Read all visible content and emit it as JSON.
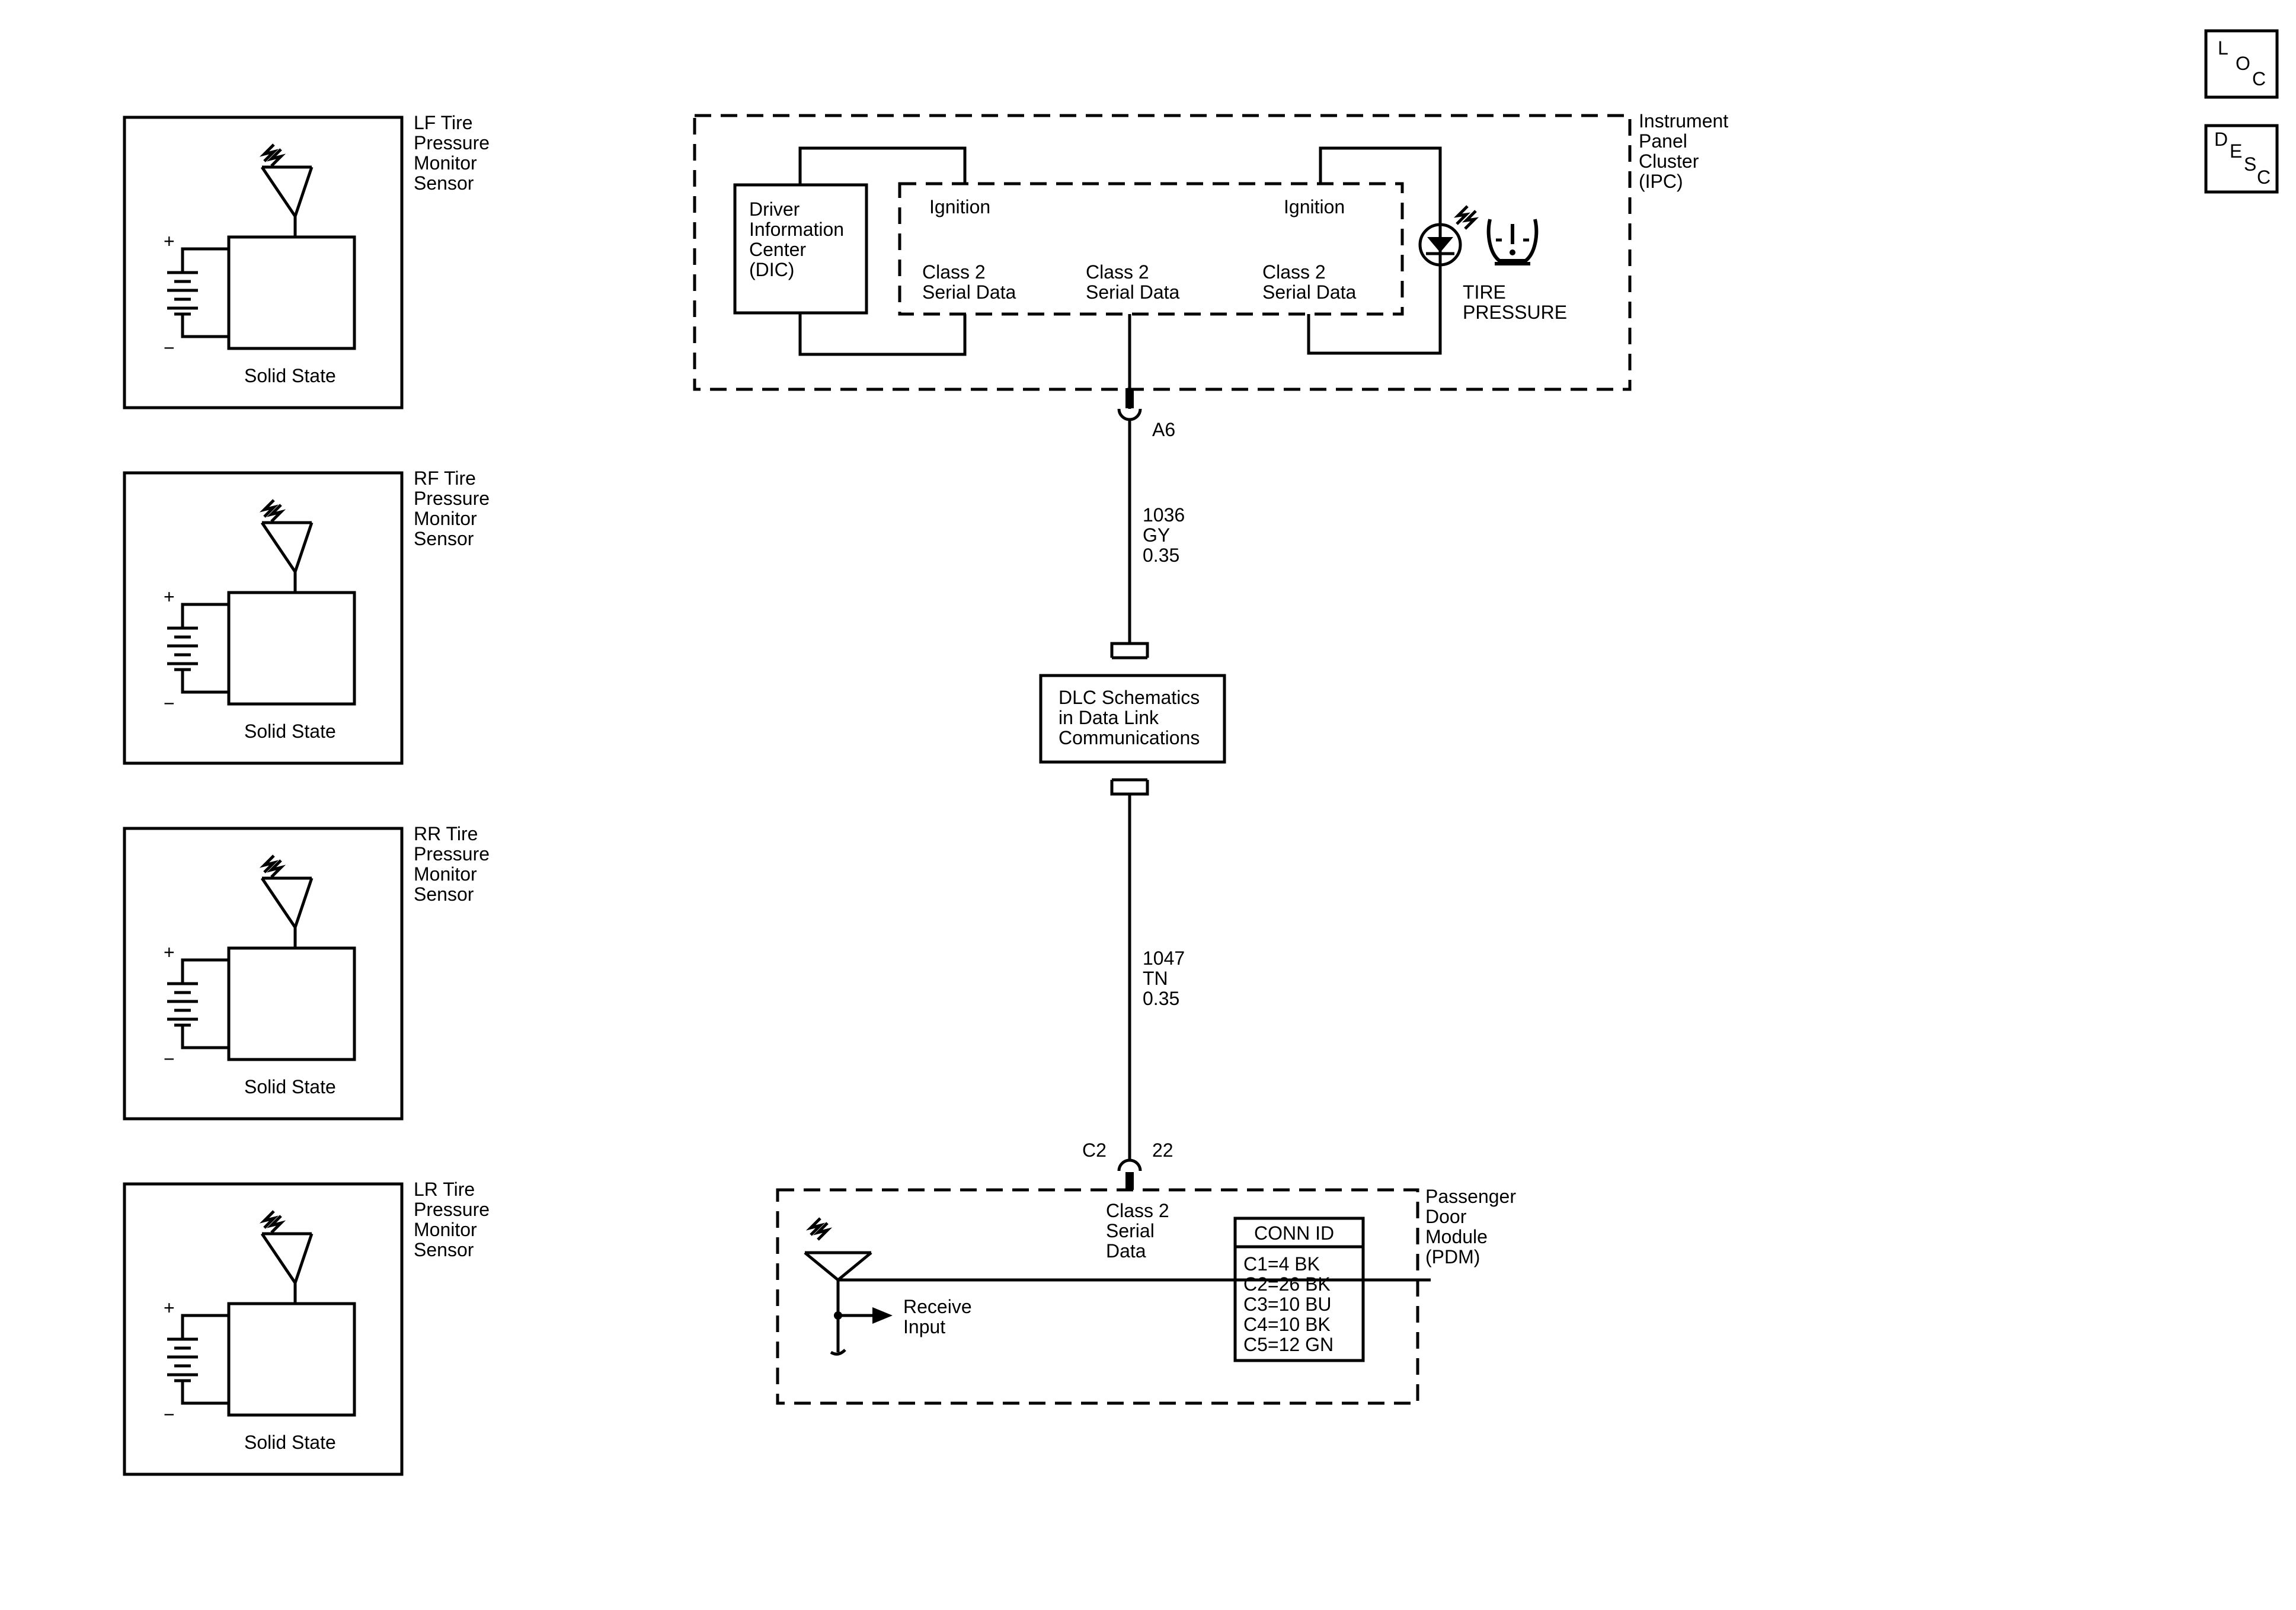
{
  "sensors": [
    {
      "title": [
        "LF Tire",
        "Pressure",
        "Monitor",
        "Sensor"
      ],
      "label": "Solid State",
      "plus": "+",
      "minus": "−"
    },
    {
      "title": [
        "RF Tire",
        "Pressure",
        "Monitor",
        "Sensor"
      ],
      "label": "Solid State",
      "plus": "+",
      "minus": "−"
    },
    {
      "title": [
        "RR Tire",
        "Pressure",
        "Monitor",
        "Sensor"
      ],
      "label": "Solid State",
      "plus": "+",
      "minus": "−"
    },
    {
      "title": [
        "LR Tire",
        "Pressure",
        "Monitor",
        "Sensor"
      ],
      "label": "Solid State",
      "plus": "+",
      "minus": "−"
    }
  ],
  "ipc": {
    "title": [
      "Instrument",
      "Panel",
      "Cluster",
      "(IPC)"
    ],
    "dic": [
      "Driver",
      "Information",
      "Center",
      "(DIC)"
    ],
    "ignition_left": "Ignition",
    "ignition_right": "Ignition",
    "serial_left": [
      "Class 2",
      "Serial Data"
    ],
    "serial_mid": [
      "Class 2",
      "Serial Data"
    ],
    "serial_right": [
      "Class 2",
      "Serial Data"
    ],
    "indicator": [
      "TIRE",
      "PRESSURE"
    ],
    "connector": "A6"
  },
  "wire1": [
    "1036",
    "GY",
    "0.35"
  ],
  "dlc": [
    "DLC Schematics",
    "in Data Link",
    "Communications"
  ],
  "wire2": [
    "1047",
    "TN",
    "0.35"
  ],
  "pdm": {
    "title": [
      "Passenger",
      "Door",
      "Module",
      "(PDM)"
    ],
    "connector_left": "C2",
    "connector_right": "22",
    "serial": [
      "Class 2",
      "Serial",
      "Data"
    ],
    "receive": [
      "Receive",
      "Input"
    ],
    "conn_id_header": "CONN ID",
    "conn_ids": [
      "C1=4 BK",
      "C2=26 BK",
      "C3=10 BU",
      "C4=10 BK",
      "C5=12 GN"
    ]
  },
  "nav": {
    "loc": [
      "L",
      "O",
      "C"
    ],
    "desc": [
      "D",
      "E",
      "S",
      "C"
    ]
  }
}
